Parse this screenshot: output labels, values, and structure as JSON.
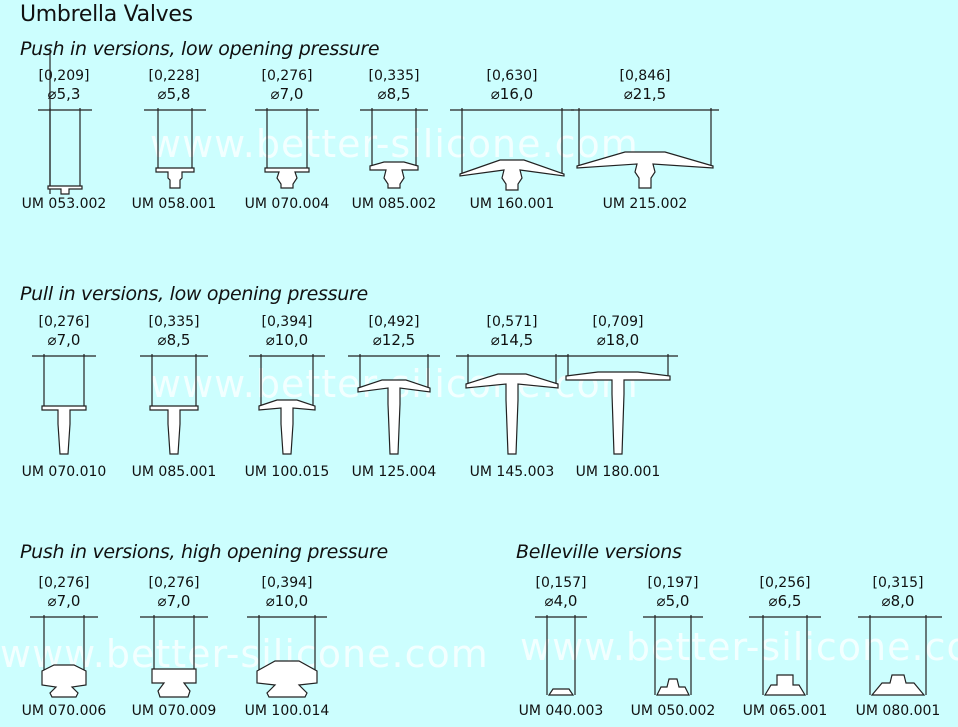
{
  "page_title": "Umbrella Valves",
  "watermark": "www.better-silicone.com",
  "sections": [
    {
      "title": "Push in versions, low opening pressure",
      "valves": [
        {
          "inch": "[0,209]",
          "mm": "⌀5,3",
          "code": "UM 053.002"
        },
        {
          "inch": "[0,228]",
          "mm": "⌀5,8",
          "code": "UM 058.001"
        },
        {
          "inch": "[0,276]",
          "mm": "⌀7,0",
          "code": "UM 070.004"
        },
        {
          "inch": "[0,335]",
          "mm": "⌀8,5",
          "code": "UM 085.002"
        },
        {
          "inch": "[0,630]",
          "mm": "⌀16,0",
          "code": "UM 160.001"
        },
        {
          "inch": "[0,846]",
          "mm": "⌀21,5",
          "code": "UM 215.002"
        }
      ]
    },
    {
      "title": "Pull in versions, low opening pressure",
      "valves": [
        {
          "inch": "[0,276]",
          "mm": "⌀7,0",
          "code": "UM 070.010"
        },
        {
          "inch": "[0,335]",
          "mm": "⌀8,5",
          "code": "UM 085.001"
        },
        {
          "inch": "[0,394]",
          "mm": "⌀10,0",
          "code": "UM 100.015"
        },
        {
          "inch": "[0,492]",
          "mm": "⌀12,5",
          "code": "UM 125.004"
        },
        {
          "inch": "[0,571]",
          "mm": "⌀14,5",
          "code": "UM 145.003"
        },
        {
          "inch": "[0,709]",
          "mm": "⌀18,0",
          "code": "UM 180.001"
        }
      ]
    },
    {
      "title": "Push in versions, high opening pressure",
      "valves": [
        {
          "inch": "[0,276]",
          "mm": "⌀7,0",
          "code": "UM 070.006"
        },
        {
          "inch": "[0,276]",
          "mm": "⌀7,0",
          "code": "UM 070.009"
        },
        {
          "inch": "[0,394]",
          "mm": "⌀10,0",
          "code": "UM 100.014"
        }
      ]
    },
    {
      "title": "Belleville versions",
      "valves": [
        {
          "inch": "[0,157]",
          "mm": "⌀4,0",
          "code": "UM 040.003"
        },
        {
          "inch": "[0,197]",
          "mm": "⌀5,0",
          "code": "UM 050.002"
        },
        {
          "inch": "[0,256]",
          "mm": "⌀6,5",
          "code": "UM 065.001"
        },
        {
          "inch": "[0,315]",
          "mm": "⌀8,0",
          "code": "UM 080.001"
        }
      ]
    }
  ]
}
